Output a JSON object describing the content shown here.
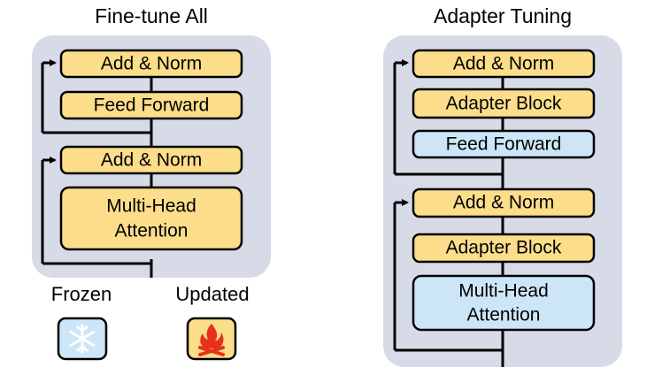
{
  "left_panel": {
    "title": "Fine-tune All",
    "blocks": {
      "add_norm_top": "Add & Norm",
      "feed_forward": "Feed Forward",
      "add_norm_bottom": "Add & Norm",
      "mha_line1": "Multi-Head",
      "mha_line2": "Attention"
    }
  },
  "right_panel": {
    "title": "Adapter Tuning",
    "blocks": {
      "add_norm_top": "Add & Norm",
      "adapter_top": "Adapter Block",
      "feed_forward": "Feed Forward",
      "add_norm_bottom": "Add & Norm",
      "adapter_bottom": "Adapter Block",
      "mha_line1": "Multi-Head",
      "mha_line2": "Attention"
    }
  },
  "legend": {
    "frozen_label": "Frozen",
    "updated_label": "Updated",
    "frozen_icon": "snowflake-icon",
    "updated_icon": "fire-icon"
  },
  "colors": {
    "updated": "#fbdd8a",
    "frozen": "#cde6f7",
    "panel": "#d6dbe7",
    "fire": "#e8301c"
  }
}
